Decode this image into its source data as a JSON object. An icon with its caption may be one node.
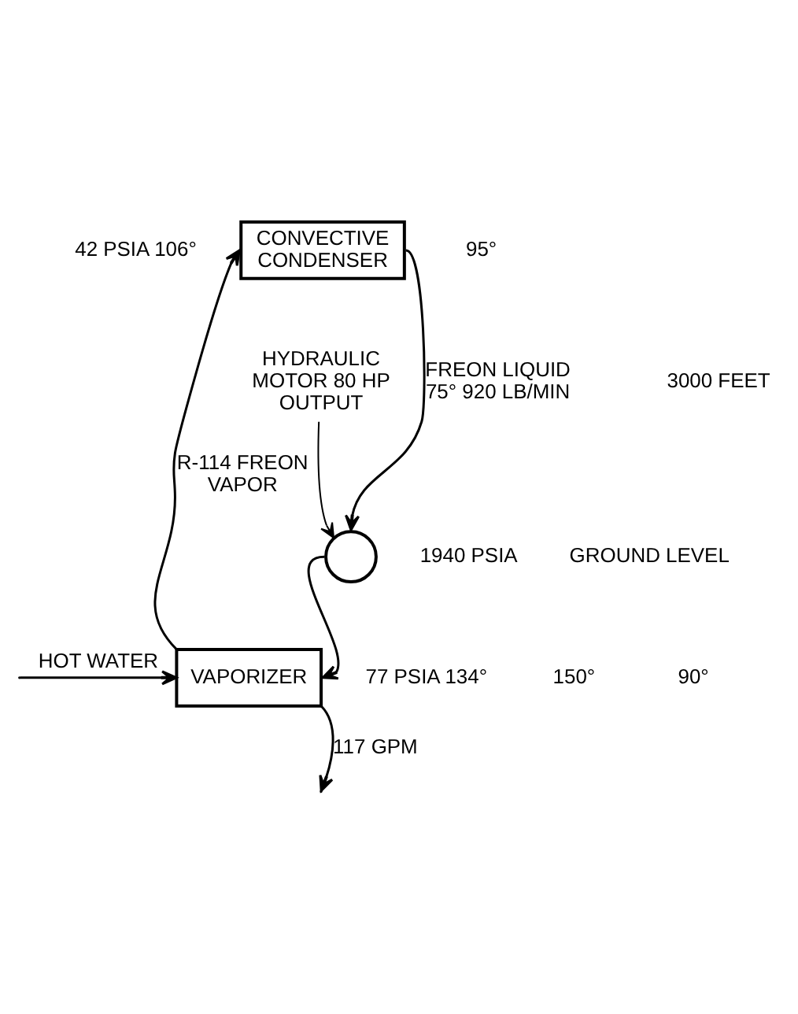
{
  "diagram": {
    "nodes": [
      {
        "text": [
          "CONVECTIVE CONDENSER"
        ]
      },
      {
        "text": [],
        "shape": "circle"
      },
      {
        "text": [
          "HYDRAULIC MOTOR 80 HP OUTPUT"
        ]
      },
      {
        "text": [
          "VAPORIZER"
        ]
      }
    ],
    "edges": [
      {
        "from": 0,
        "to": 1,
        "arrow": "to",
        "label": "FREON LIQUID 75° 920 LB/MIN"
      },
      {
        "from": 2,
        "to": 1,
        "arrow": "to"
      },
      {
        "from": 1,
        "to": 3,
        "arrow": "to"
      },
      {
        "from": 3,
        "to": 0,
        "arrow": "to",
        "label": "R-114 FREON VAPOR"
      },
      {
        "from": null,
        "to": 3,
        "arrow": "to",
        "label": "HOT WATER"
      },
      {
        "from": 3,
        "to": null,
        "arrow": "to",
        "label": "117 GPM"
      }
    ],
    "labels": [
      "42 PSIA 106°",
      "95°",
      "3000 FEET",
      "1940 PSIA",
      "77 PSIA 134°",
      "GROUND LEVEL",
      "150°",
      "90°"
    ]
  }
}
